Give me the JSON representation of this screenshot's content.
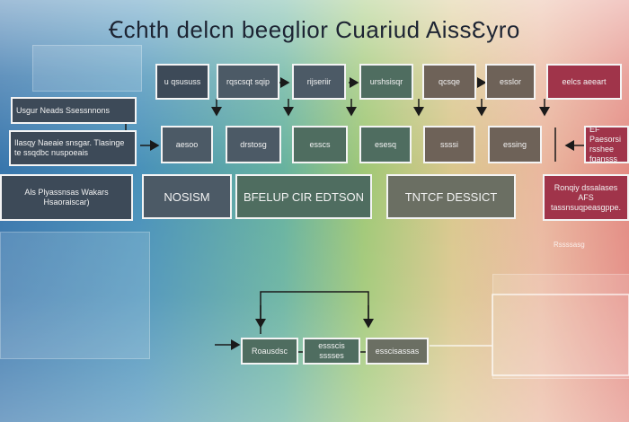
{
  "title": "Ꞓchth delcn beeglior Cuariud AissƐyro",
  "row1": [
    "u qsususs",
    "rqscsqt sqip",
    "rijseriir",
    "urshsisqr",
    "qcsqe",
    "esslor",
    "eelcs aeeart"
  ],
  "row2_left": "Usgur Neads Ssessnnons",
  "row2": [
    "aesoo",
    "drstosg",
    "esscs",
    "esesq",
    "ssssi",
    "essing"
  ],
  "row2_extra_left": "Ilasqy Naeaie snsgar. Tlasinge te ssqdbc nuspoeais",
  "row2_extra_right": "EF Paesorsi rsshee fqansss",
  "row3": {
    "left": "Als Plyassnsas Wakars Hsaoraiscar)",
    "b1": "NOSISM",
    "b2": "BFELUP CIR EDTSON",
    "b3": "TNTCF DESSICT",
    "right": "Ronqiy dssalases AFS tassnsuqpeasgppe."
  },
  "bottom": [
    "Roausdsc",
    "essscis sssses",
    "esscisassas"
  ],
  "side_label": "Rssssasg"
}
